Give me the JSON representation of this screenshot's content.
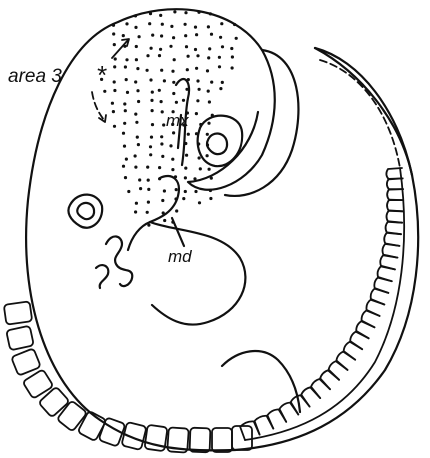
{
  "figure": {
    "labels": {
      "area": "area 3",
      "marker": "*",
      "mx": "mx",
      "md": "md"
    },
    "stipple_color": "#111111",
    "line_color": "#111111"
  }
}
